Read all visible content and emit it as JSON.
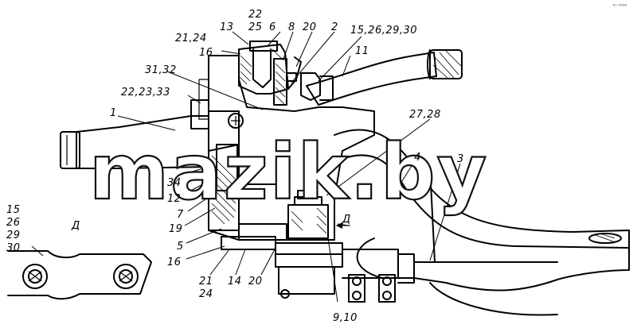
{
  "watermark": "mazik.by",
  "corner_mark": "ᵉ⁻ᵉᵉᵉ",
  "view_label": "Д",
  "view_arrow_label": "Д",
  "callouts": {
    "c1": "1",
    "c2": "2",
    "c3": "3",
    "c4": "4",
    "c5": "5",
    "c6": "6",
    "c7": "7",
    "c8": "8",
    "c11": "11",
    "c12": "12",
    "c13": "13",
    "c14": "14",
    "c16_top": "16",
    "c16_bottom": "16",
    "c19": "19",
    "c20_top": "20",
    "c20_bottom": "20",
    "c21_24_top": "21,24",
    "c21_bottom": "21",
    "c24_bottom": "24",
    "c22_top": "22",
    "c25": "25",
    "c22_23_33": "22,23,33",
    "c27_28": "27,28",
    "c31_32": "31,32",
    "c34": "34",
    "c15_26_29_30": "15,26,29,30",
    "c9_10": "9,10",
    "inset_15": "15",
    "inset_26": "26",
    "inset_29": "29",
    "inset_30": "30"
  }
}
